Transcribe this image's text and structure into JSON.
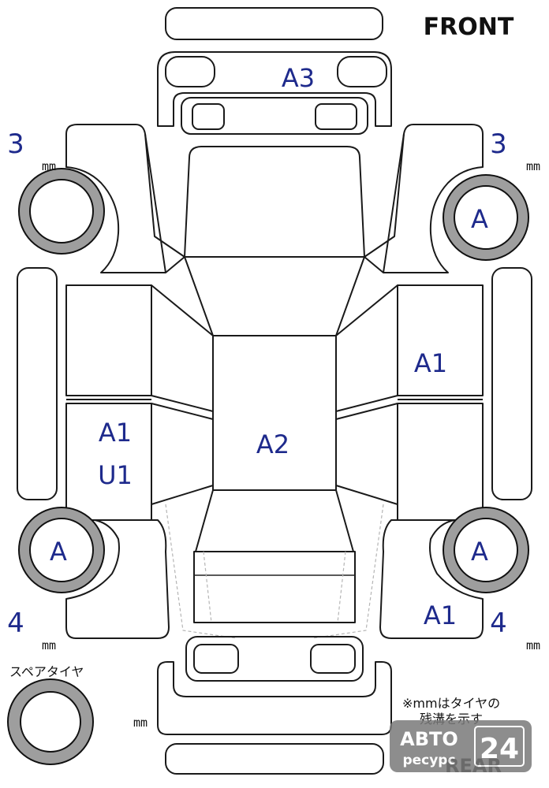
{
  "labels": {
    "front": "FRONT",
    "rear": "REAR",
    "spare_tire": "スペアタイヤ",
    "note_line1": "※mmはタイヤの",
    "note_line2": "残溝を示す"
  },
  "damage_codes": {
    "hood": "A3",
    "roof": "A2",
    "right_front_door": "A1",
    "left_rear_door_line1": "A1",
    "left_rear_door_line2": "U1",
    "right_rear_quarter": "A1"
  },
  "tires": {
    "front_right_mark": "A",
    "rear_left_mark": "A",
    "rear_right_mark": "A"
  },
  "tread_depth": {
    "front_left_value": "3",
    "front_right_value": "3",
    "rear_left_value": "4",
    "rear_right_value": "4",
    "unit": "mm"
  },
  "watermark": {
    "brand_top": "АВТО",
    "brand_bottom": "ресурс",
    "badge": "24"
  }
}
